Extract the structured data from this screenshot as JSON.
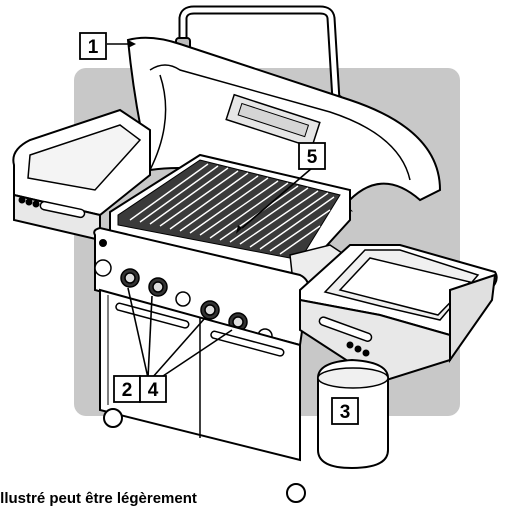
{
  "callouts": {
    "c1": "1",
    "c2": "2",
    "c3": "3",
    "c4": "4",
    "c5": "5"
  },
  "caption": "illustré peut être légèrement",
  "colors": {
    "background_panel": "#c8c8c8",
    "line": "#000000",
    "body_fill": "#ffffff",
    "grate_dark": "#3a3a3a"
  }
}
